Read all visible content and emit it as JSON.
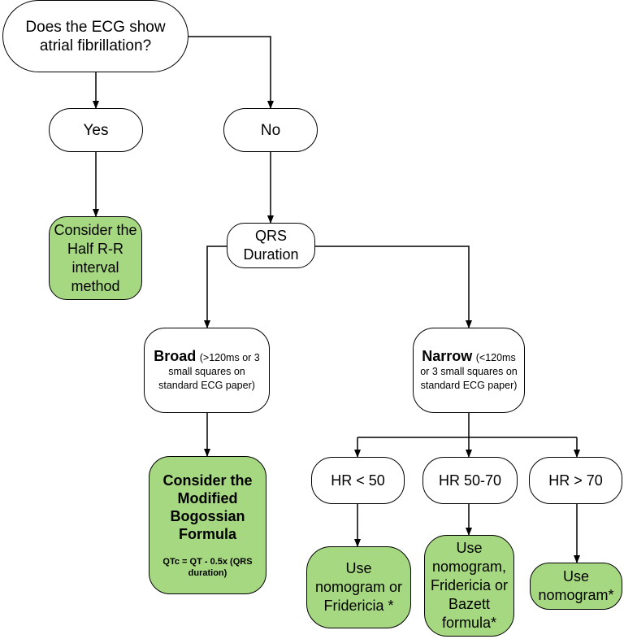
{
  "nodes": {
    "question": "Does the ECG show atrial fibrillation?",
    "yes": "Yes",
    "no": "No",
    "half_rr": "Consider the Half R-R interval method",
    "qrs": "QRS Duration",
    "broad_title": "Broad",
    "broad_detail": "(>120ms or 3 small squares on standard ECG paper)",
    "narrow_title": "Narrow",
    "narrow_detail": "(<120ms or 3 small squares on standard ECG paper)",
    "bogossian_title": "Consider the Modified Bogossian Formula",
    "bogossian_formula": "QTc = QT - 0.5x (QRS duration)",
    "hr_lt50": "HR < 50",
    "hr_50_70": "HR 50-70",
    "hr_gt70": "HR > 70",
    "use_lt50": "Use nomogram or Fridericia *",
    "use_50_70": "Use nomogram, Fridericia or Bazett formula*",
    "use_gt70": "Use nomogram*"
  },
  "colors": {
    "outcome_fill": "#a5d880",
    "decision_fill": "#ffffff",
    "stroke": "#000000"
  }
}
